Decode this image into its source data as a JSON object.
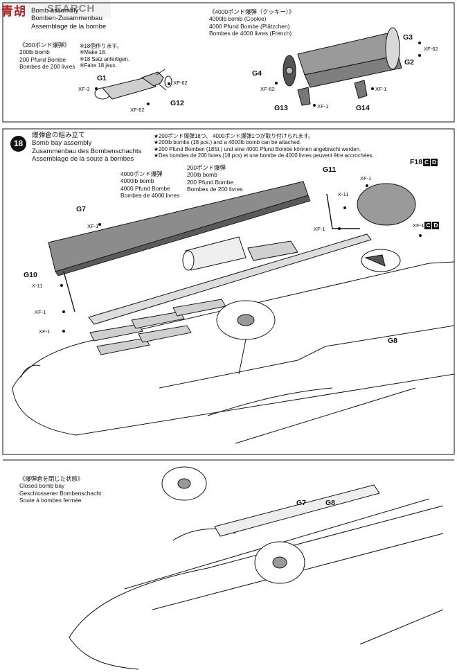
{
  "watermark": {
    "logo": "青胡",
    "site": "SEARCH"
  },
  "top_left": {
    "title_lines": [
      "Bomb assembly",
      "Bomben-Zusammenbau",
      "Assemblage de la bombe"
    ],
    "subtitle_lines": [
      "《200ポンド爆弾》",
      "200lb bomb",
      "200 Pfund Bombe",
      "Bombes de 200 livres"
    ],
    "note_lines": [
      "※18個作ります。",
      "※Make 18.",
      "※18 Satz anfertigen.",
      "※Faire 18 jeux."
    ],
    "labels": {
      "g1": "G1",
      "g12": "G12",
      "xf3": "XF-3",
      "xf62a": "XF-62",
      "xf62b": "XF-62"
    }
  },
  "top_right": {
    "title_lines": [
      "《4000ポンド爆弾（クッキー）》",
      "4000lb bomb (Cookie)",
      "4000 Pfund Bombe (Plätzchen)",
      "Bombes de 4000 livres (French)"
    ],
    "labels": {
      "g3": "G3",
      "g2": "G2",
      "g4": "G4",
      "g13": "G13",
      "g14": "G14",
      "xf62a": "XF-62",
      "xf62b": "XF-62",
      "xf1a": "XF-1",
      "xf1b": "XF-1"
    }
  },
  "step18": {
    "number": "18",
    "title_lines": [
      "爆弾倉の組み立て",
      "Bomb bay assembly",
      "Zusammenbau des Bombenschachts",
      "Assemblage de la soute à bombes"
    ],
    "notes": [
      "★200ポンド爆弾18つ、 4000ポンド爆弾1つが取り付けられます。",
      "★200lb bombs (18 pcs.) and a 4000lb bomb can be attached.",
      "★200 Pfund Bomben (18St.) und eine 4000 Pfund Bombe können angebracht werden.",
      "★Des bombes de 200 livres (18 pcs) et une bombe de 4000 livres peuvent être accrochées."
    ],
    "cookie_callout": [
      "4000ポンド爆弾",
      "4000lb bomb",
      "4000 Pfund Bombe",
      "Bombes de 4000 livres"
    ],
    "small_callout": [
      "200ポンド爆弾",
      "200lb bomb",
      "200 Pfund Bombe",
      "Bombes de 200 livres"
    ],
    "labels": {
      "g7": "G7",
      "g10": "G10",
      "g11": "G11",
      "g8": "G8",
      "f18": "F18",
      "xf1a": "XF-1",
      "xf1b": "XF-1",
      "xf1c": "XF-1",
      "xf1d": "XF-1",
      "xf1e": "XF-1",
      "xf1f": "XF-1",
      "x11a": "X-11",
      "x11b": "X-11",
      "box_c": "C",
      "box_d": "D"
    }
  },
  "closed_view": {
    "title_lines": [
      "《爆弾倉を閉じた状態》",
      "Closed bomb bay",
      "Geschlossener Bombenschacht",
      "Soute à bombes fermée"
    ],
    "labels": {
      "g7": "G7",
      "g8": "G8"
    }
  },
  "colors": {
    "ink": "#111111",
    "panel_fill": "#888888",
    "watermark_red": "#b22222"
  }
}
